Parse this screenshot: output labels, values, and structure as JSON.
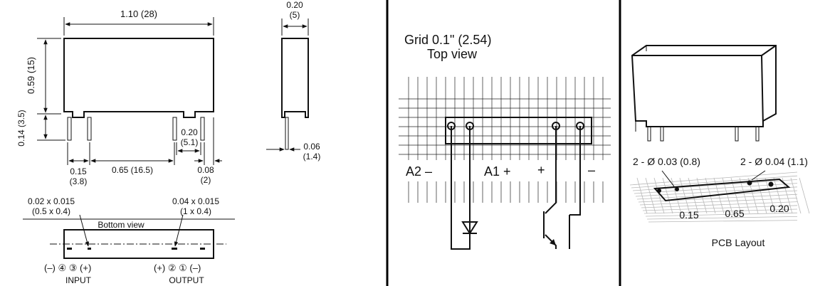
{
  "left": {
    "dims": {
      "width": "1.10 (28)",
      "height": "0.59 (15)",
      "pin_length": "0.14 (3.5)",
      "pin_spacing_right_top": "0.20",
      "pin_spacing_right_bottom": "(5.1)",
      "edge_left_top": "0.15",
      "edge_left_bottom": "(3.8)",
      "pin_span": "0.65 (16.5)",
      "edge_right_top": "0.08",
      "edge_right_bottom": "(2)",
      "depth_top": "0.20",
      "depth_bottom": "(5)",
      "pin_thick_top": "0.06",
      "pin_thick_bottom": "(1.4)"
    },
    "pad_left_top": "0.02 x 0.015",
    "pad_left_bottom": "(0.5 x 0.4)",
    "pad_right_top": "0.04 x 0.015",
    "pad_right_bottom": "(1 x 0.4)",
    "bottom_view": "Bottom view",
    "pins_left": "(–) ④   ③ (+)",
    "pins_right": "(+) ②    ① (–)",
    "input": "INPUT",
    "output": "OUTPUT"
  },
  "middle": {
    "grid_title": "Grid 0.1\" (2.54)",
    "top_view": "Top view",
    "a2": "A2 –",
    "a1": "A1 +",
    "plus": "+",
    "minus": "–"
  },
  "right": {
    "hole_small": "2 - Ø 0.03 (0.8)",
    "hole_large": "2 - Ø 0.04 (1.1)",
    "d1": "0.15",
    "d2": "0.65",
    "d3": "0.20",
    "pcb_layout": "PCB Layout"
  }
}
